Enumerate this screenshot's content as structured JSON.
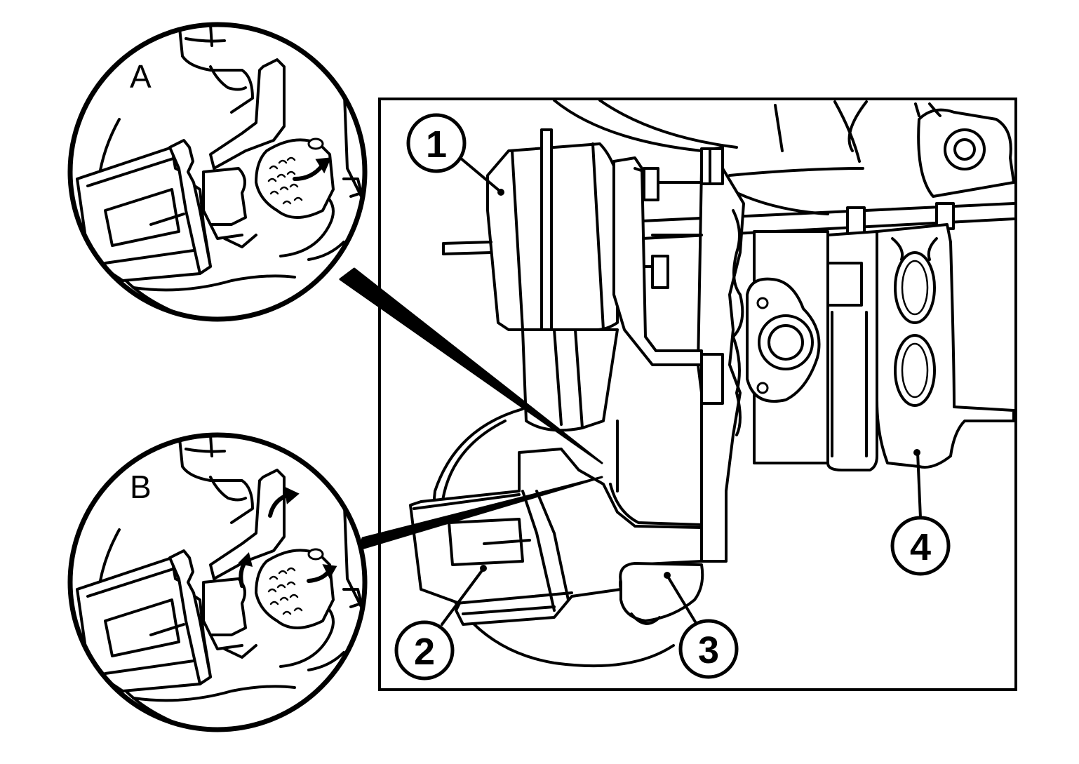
{
  "colors": {
    "line": "#000000",
    "background": "#ffffff"
  },
  "insets": [
    {
      "letter": "A"
    },
    {
      "letter": "B"
    }
  ],
  "callouts": [
    {
      "number": "1"
    },
    {
      "number": "2"
    },
    {
      "number": "3"
    },
    {
      "number": "4"
    }
  ]
}
